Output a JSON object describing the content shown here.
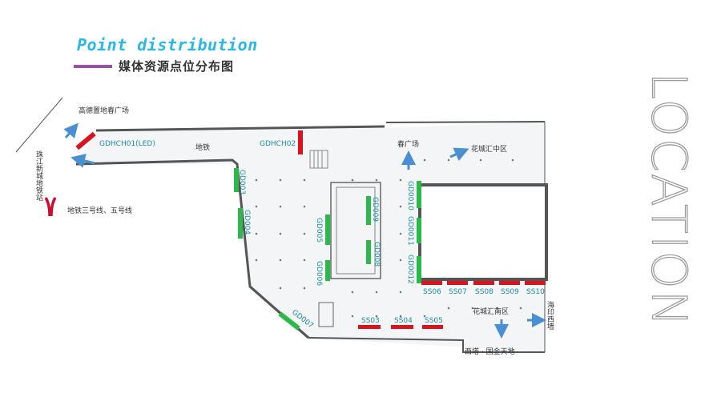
{
  "header": {
    "title_en": "Point distribution",
    "title_cn": "媒体资源点位分布图",
    "side_word": "LOCATION"
  },
  "map": {
    "labels": {
      "gaode": "高德置地春广场",
      "station": "珠江新城地铁站",
      "metro_lines": "地铁三号线、五号线",
      "metro": "地铁",
      "spring_plaza": "春广场",
      "flower_city_middle": "花城汇中区",
      "flower_city_south": "花城汇南区",
      "haiyin": "海印西墙",
      "xita": "西塔 · 国金天地"
    },
    "points": {
      "gdhch01": "GDHCH01(LED)",
      "gdhch02": "GDHCH02",
      "gd003": "GD003",
      "gd004": "GD004",
      "gd005": "GD005",
      "gd006": "GD006",
      "gd007": "GD007",
      "gd008": "GD008",
      "gd009": "GD009",
      "gd0010": "GD0010",
      "gd0011": "GD0011",
      "gd0012": "GD0012",
      "ss03": "SS03",
      "ss04": "SS04",
      "ss05": "SS05",
      "ss06": "SS06",
      "ss07": "SS07",
      "ss08": "SS08",
      "ss09": "SS09",
      "ss10": "SS10"
    },
    "colors": {
      "green_point": "#2db84b",
      "red_point": "#d9141e",
      "arrow": "#4a8fd1",
      "metro_logo": "#c8102e",
      "wall": "#555555"
    }
  }
}
